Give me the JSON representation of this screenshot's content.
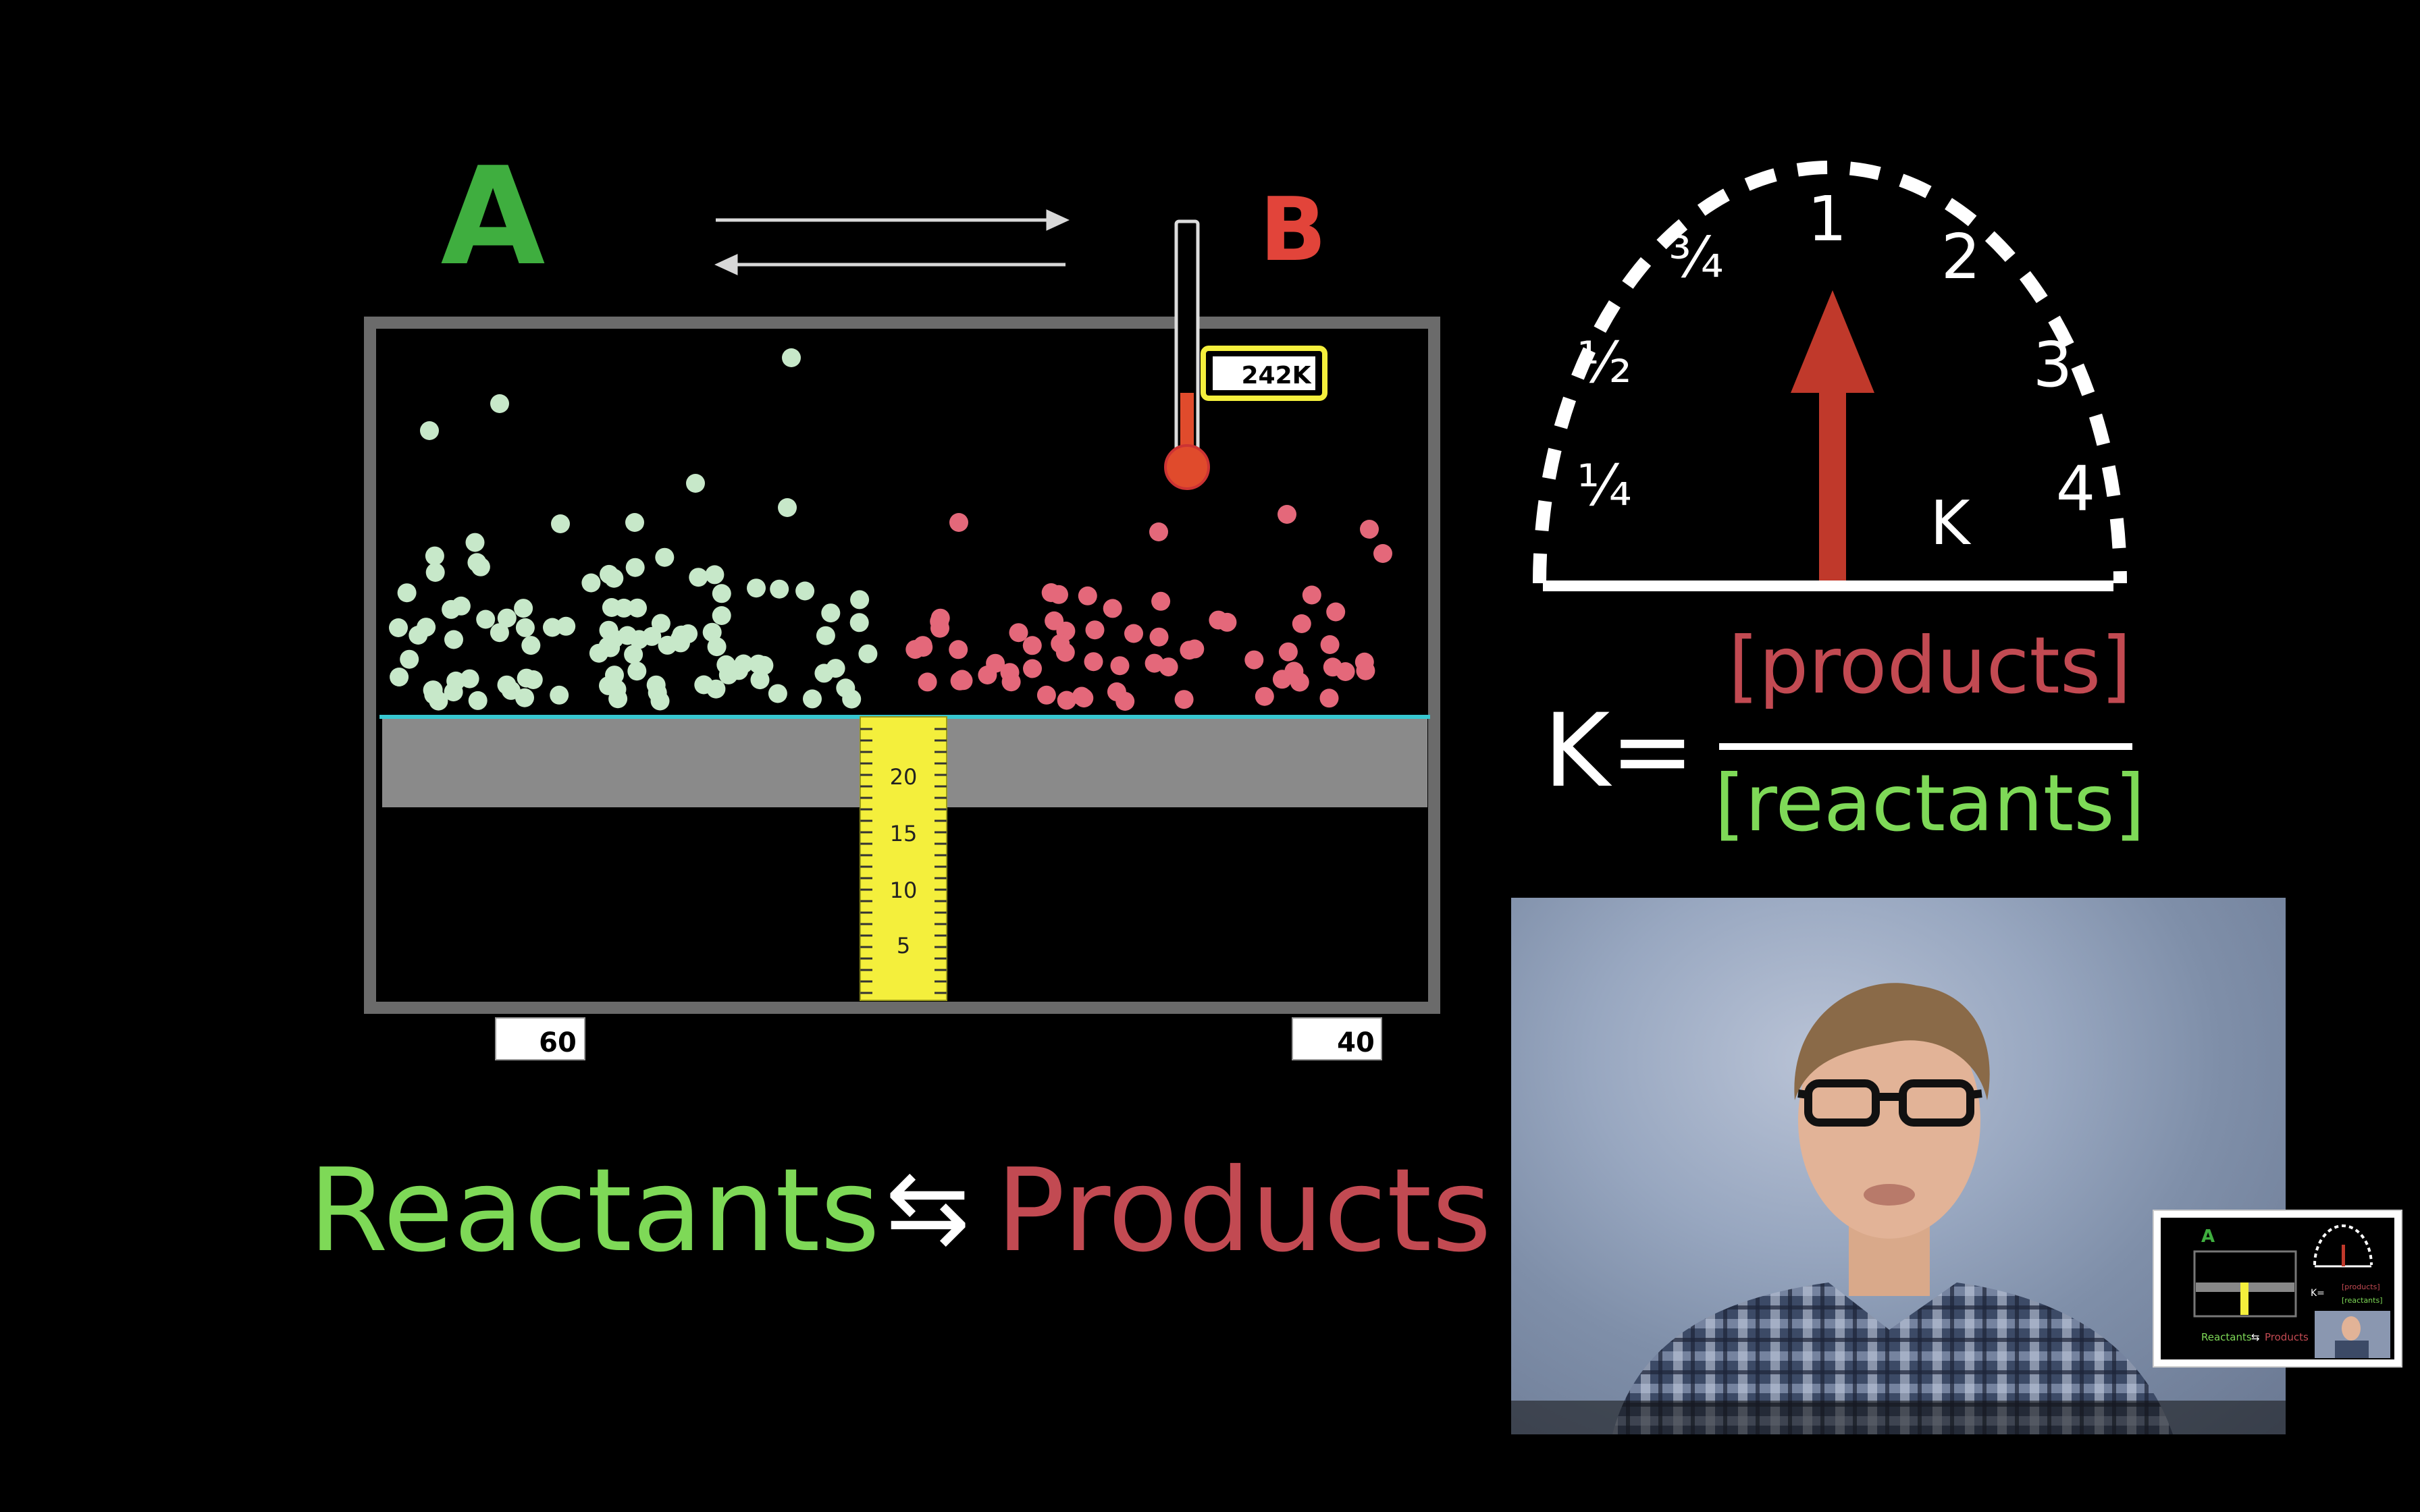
{
  "labels": {
    "reactant_letter": "A",
    "product_letter": "B",
    "temperature": "242K",
    "count_a": "60",
    "count_b": "40",
    "ruler_ticks": [
      "20",
      "15",
      "10",
      "5"
    ],
    "equation_reactants": "Reactants",
    "equation_arrow": "⇆",
    "equation_products": "Products"
  },
  "gauge": {
    "ticks": [
      "¼",
      "½",
      "¾",
      "1",
      "2",
      "3",
      "4"
    ],
    "symbol": "K",
    "needle_value": "1"
  },
  "formula": {
    "lhs": "K=",
    "numerator": "[products]",
    "denominator": "[reactants]"
  },
  "pip": {
    "letter": "A",
    "reactants": "Reactants",
    "arrow": "⇆",
    "products": "Products",
    "k": "K=",
    "num": "[products]",
    "den": "[reactants]"
  },
  "colors": {
    "reactant_green": "#7ed957",
    "reactant_letter_green": "#3fae3f",
    "product_red": "#c24a52",
    "product_letter_red": "#e2443a",
    "particle_green": "#c7e8c9",
    "particle_red": "#e4687a",
    "ruler_yellow": "#f4ef3c",
    "needle_red": "#c0392b",
    "water_line": "#38c7d0"
  }
}
